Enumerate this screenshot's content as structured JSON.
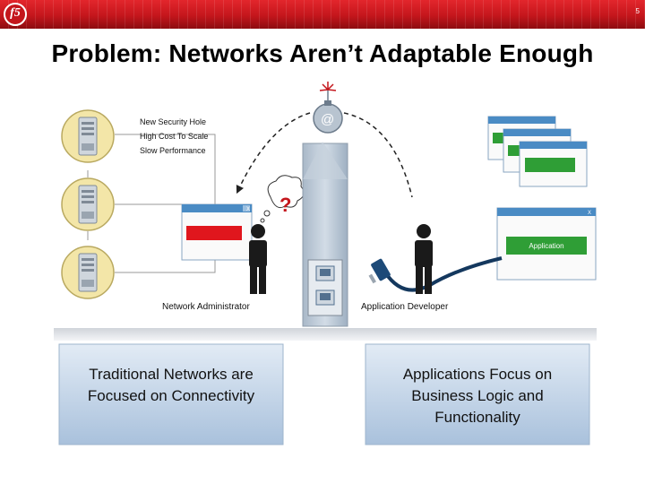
{
  "slide": {
    "page_number": "5",
    "logo_text": "f5",
    "title": "Problem: Networks Aren’t Adaptable Enough"
  },
  "problems": [
    "New Security Hole",
    "High Cost To Scale",
    "Slow Performance"
  ],
  "labels": {
    "network_admin": "Network Administrator",
    "app_developer": "Application Developer",
    "application": "Application",
    "question_mark": "?",
    "at_symbol": "@",
    "window_close": "X"
  },
  "boxes": {
    "left": "Traditional Networks are Focused on Connectivity",
    "right": "Applications Focus on Business Logic and Functionality"
  },
  "colors": {
    "brand_red": "#c4161c",
    "window_blue": "#4a8bc4",
    "app_green": "#2f9e36",
    "server_cream": "#f3e6a8",
    "box_blue": "#bcd0e6"
  }
}
